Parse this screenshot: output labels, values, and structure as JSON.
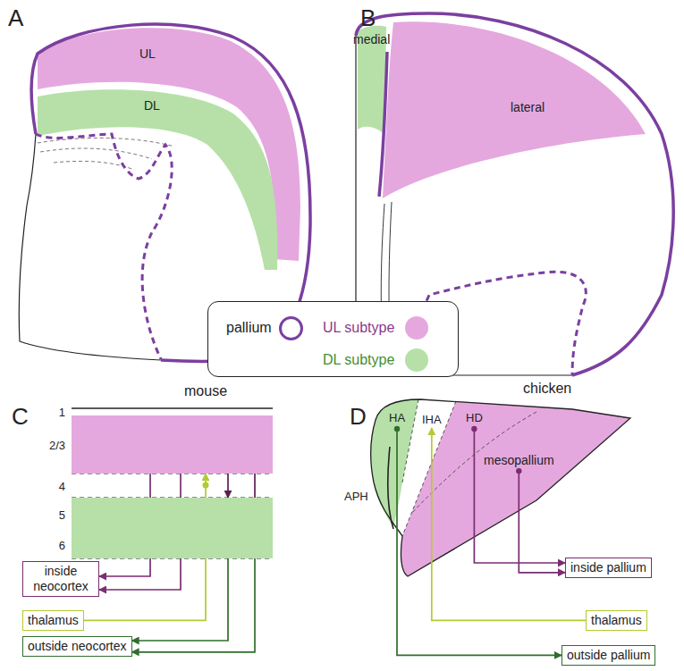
{
  "diagram": {
    "nodes": [
      {
        "text": [
          "UL"
        ]
      },
      {
        "text": [
          "DL"
        ]
      },
      {
        "text": [
          "medial"
        ]
      },
      {
        "text": [
          "lateral"
        ]
      },
      {
        "text": [
          "1"
        ]
      },
      {
        "text": [
          "2/3"
        ]
      },
      {
        "text": [
          "4"
        ]
      },
      {
        "text": [
          "5"
        ]
      },
      {
        "text": [
          "6"
        ]
      },
      {
        "text": [
          "inside neocortex"
        ]
      },
      {
        "text": [
          "thalamus"
        ]
      },
      {
        "text": [
          "outside neocortex"
        ]
      },
      {
        "text": [
          "HA"
        ]
      },
      {
        "text": [
          "IHA"
        ]
      },
      {
        "text": [
          "HD"
        ]
      },
      {
        "text": [
          "mesopallium"
        ]
      },
      {
        "text": [
          "inside pallium"
        ]
      },
      {
        "text": [
          "thalamus"
        ]
      },
      {
        "text": [
          "outside pallium"
        ]
      }
    ],
    "edges": [
      {
        "from": 5,
        "to": 9,
        "arrow": "to"
      },
      {
        "from": 5,
        "to": 9,
        "arrow": "to"
      },
      {
        "from": 10,
        "to": 5,
        "arrow": "to"
      },
      {
        "from": 5,
        "to": 7,
        "arrow": "to"
      },
      {
        "from": 5,
        "to": 8,
        "arrow": "to"
      },
      {
        "from": 7,
        "to": 11,
        "arrow": "to"
      },
      {
        "from": 8,
        "to": 11,
        "arrow": "to"
      },
      {
        "from": 14,
        "to": 16,
        "arrow": "to"
      },
      {
        "from": 15,
        "to": 16,
        "arrow": "to"
      },
      {
        "from": 17,
        "to": 13,
        "arrow": "to"
      },
      {
        "from": 12,
        "to": 18,
        "arrow": "to"
      }
    ],
    "labels": [
      "A",
      "B",
      "C",
      "D",
      "mouse",
      "chicken",
      "APH"
    ],
    "legend": [
      {
        "text": "pallium"
      },
      {
        "text": "UL subtype",
        "color": "#e5a8de"
      },
      {
        "text": "DL subtype",
        "color": "#b6e0a8"
      }
    ]
  }
}
